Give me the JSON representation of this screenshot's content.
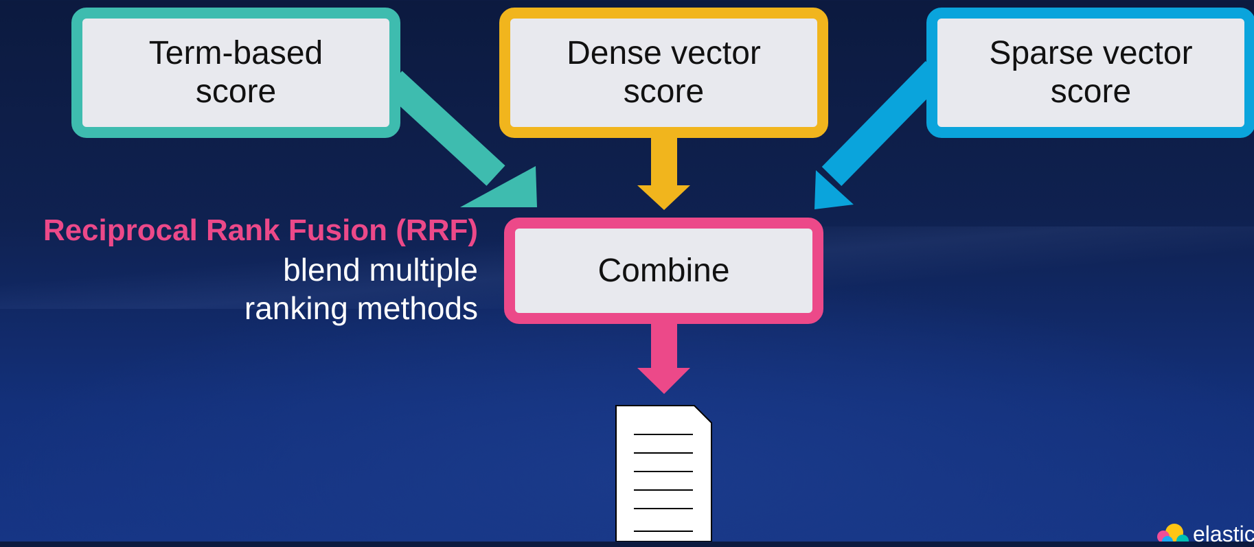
{
  "boxes": {
    "term": {
      "label": "Term-based\nscore",
      "color": "#3ebcaf"
    },
    "dense": {
      "label": "Dense vector\nscore",
      "color": "#f1b51d"
    },
    "sparse": {
      "label": "Sparse vector\nscore",
      "color": "#0aa4dc"
    },
    "combine": {
      "label": "Combine",
      "color": "#ec4989"
    }
  },
  "rrf": {
    "title": "Reciprocal Rank Fusion (RRF)",
    "description": "blend multiple\nranking methods"
  },
  "logo": {
    "text": "elastic",
    "icon": "elastic-logo-icon"
  },
  "icons": {
    "document": "document-icon"
  }
}
